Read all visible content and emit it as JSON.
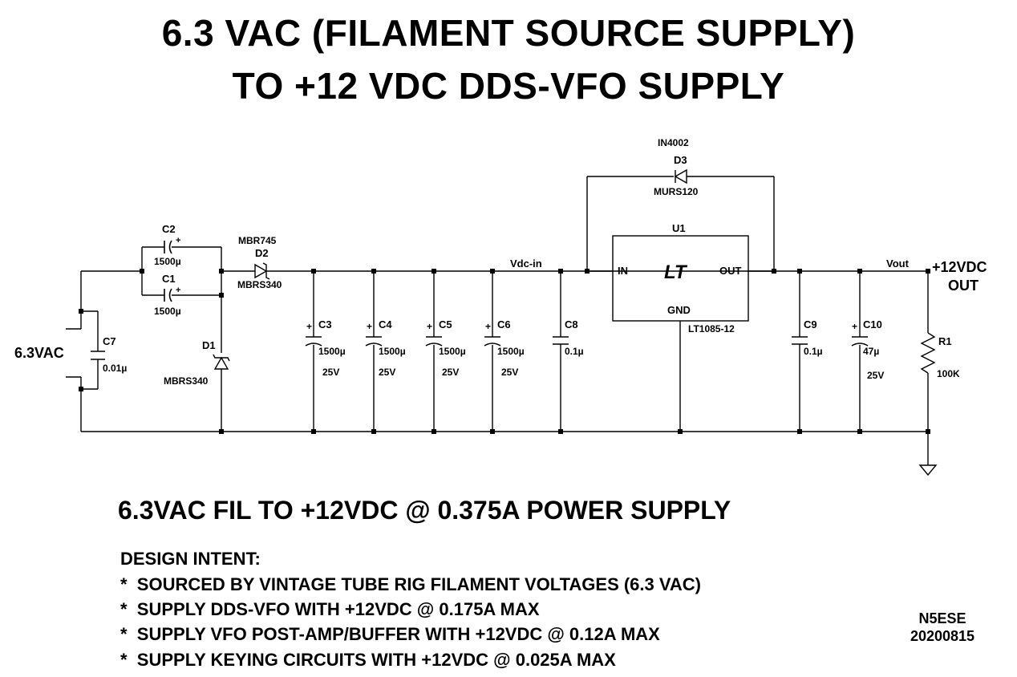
{
  "title": {
    "line1": "6.3 VAC (FILAMENT SOURCE SUPPLY)",
    "line2": "TO +12 VDC DDS-VFO SUPPLY"
  },
  "schematic": {
    "input_label": "6.3VAC",
    "output_label_1": "+12VDC",
    "output_label_2": "OUT",
    "net_vdc_in": "Vdc-in",
    "net_vout": "Vout",
    "components": {
      "C7": {
        "ref": "C7",
        "value": "0.01µ"
      },
      "C2": {
        "ref": "C2",
        "value": "1500µ",
        "pol": "+"
      },
      "C1": {
        "ref": "C1",
        "value": "1500µ",
        "pol": "+"
      },
      "D1": {
        "ref": "D1",
        "part": "MBRS340"
      },
      "D2": {
        "ref": "D2",
        "alt": "MBR745",
        "part": "MBRS340"
      },
      "C3": {
        "ref": "C3",
        "value": "1500µ",
        "voltage": "25V"
      },
      "C4": {
        "ref": "C4",
        "value": "1500µ",
        "voltage": "25V"
      },
      "C5": {
        "ref": "C5",
        "value": "1500µ",
        "voltage": "25V"
      },
      "C6": {
        "ref": "C6",
        "value": "1500µ",
        "voltage": "25V"
      },
      "C8": {
        "ref": "C8",
        "value": "0.1µ"
      },
      "D3": {
        "ref": "D3",
        "alt": "IN4002",
        "part": "MURS120"
      },
      "U1": {
        "ref": "U1",
        "part": "LT1085-12",
        "pin_in": "IN",
        "pin_out": "OUT",
        "pin_gnd": "GND",
        "logo": "LT"
      },
      "C9": {
        "ref": "C9",
        "value": "0.1µ"
      },
      "C10": {
        "ref": "C10",
        "value": "47µ",
        "voltage": "25V"
      },
      "R1": {
        "ref": "R1",
        "value": "100K"
      }
    }
  },
  "heading": "6.3VAC FIL TO +12VDC @ 0.375A POWER SUPPLY",
  "design_intent": {
    "title": "DESIGN INTENT:",
    "items": [
      "*  SOURCED BY VINTAGE TUBE RIG FILAMENT VOLTAGES (6.3 VAC)",
      "*  SUPPLY DDS-VFO WITH +12VDC @ 0.175A MAX",
      "*  SUPPLY VFO POST-AMP/BUFFER WITH +12VDC @ 0.12A MAX",
      "*  SUPPLY KEYING CIRCUITS WITH +12VDC @ 0.025A MAX"
    ]
  },
  "signature": {
    "callsign": "N5ESE",
    "date": "20200815"
  }
}
